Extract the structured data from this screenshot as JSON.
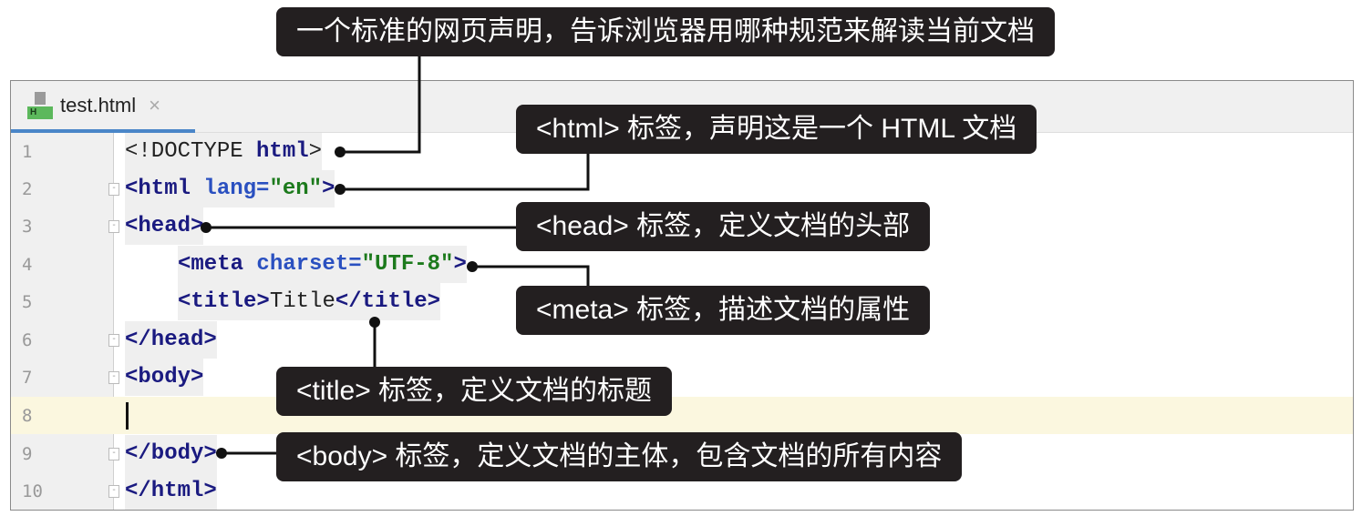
{
  "tab": {
    "filename": "test.html",
    "file_type_badge": "H",
    "close": "×"
  },
  "lines": [
    {
      "n": "1",
      "parts": [
        "<!DOCTYPE ",
        "html",
        ">"
      ]
    },
    {
      "n": "2",
      "parts": [
        "<html",
        " lang=",
        "\"en\"",
        ">"
      ]
    },
    {
      "n": "3",
      "parts": [
        "<head>"
      ]
    },
    {
      "n": "4",
      "parts": [
        "<meta",
        " charset=",
        "\"UTF-8\"",
        ">"
      ]
    },
    {
      "n": "5",
      "parts": [
        "<title>",
        "Title",
        "</title>"
      ]
    },
    {
      "n": "6",
      "parts": [
        "</head>"
      ]
    },
    {
      "n": "7",
      "parts": [
        "<body>"
      ]
    },
    {
      "n": "8",
      "parts": []
    },
    {
      "n": "9",
      "parts": [
        "</body>"
      ]
    },
    {
      "n": "10",
      "parts": [
        "</html>"
      ]
    }
  ],
  "callouts": {
    "doctype": "一个标准的网页声明，告诉浏览器用哪种规范来解读当前文档",
    "html": "<html> 标签，声明这是一个 HTML 文档",
    "head": "<head> 标签，定义文档的头部",
    "meta": "<meta> 标签，描述文档的属性",
    "title": "<title> 标签，定义文档的标题",
    "body": "<body> 标签，定义文档的主体，包含文档的所有内容"
  }
}
